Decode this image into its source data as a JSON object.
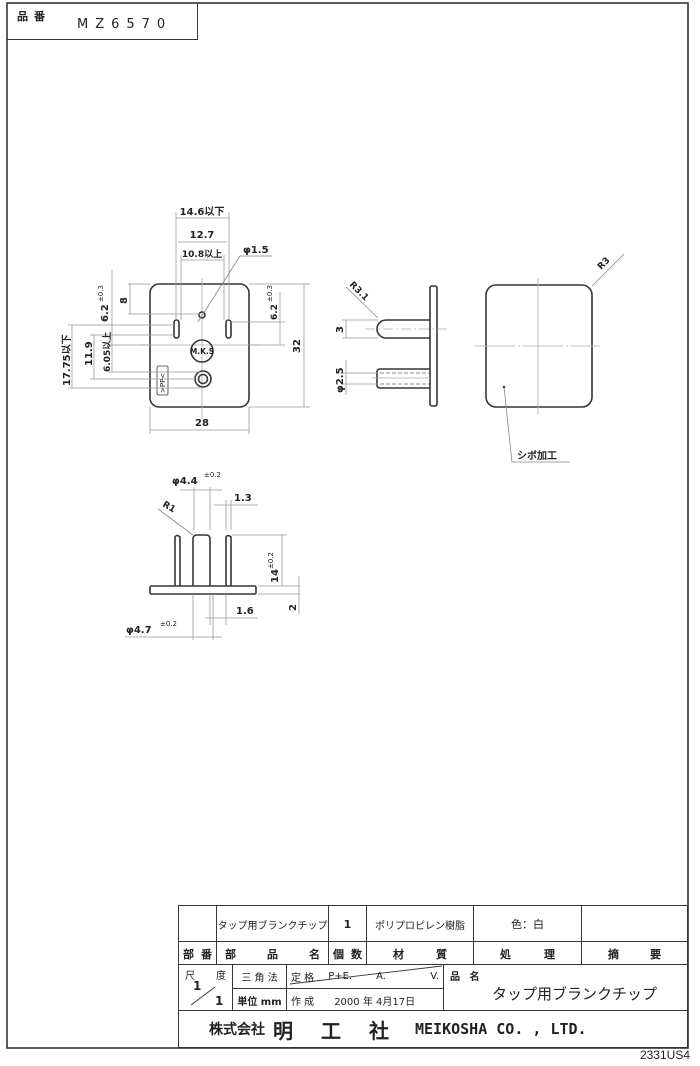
{
  "part_number_box": {
    "label": "品番",
    "value": "MZ6570"
  },
  "front_view": {
    "dims": {
      "width_max": "14.6以下",
      "pitch": "12.7",
      "width_min": "10.8以上",
      "hole_dia": "φ1.5",
      "top_offset": "8",
      "left_offset": "6.2",
      "left_offset_tol": "±0.3",
      "right_offset": "6.2",
      "right_offset_tol": "±0.3",
      "height_total": "32",
      "width_total": "28",
      "span_max": "17.75以下",
      "span": "11.9",
      "span_min": "6.05以上"
    },
    "logo": "M.K.S",
    "material_mark": ">PP<"
  },
  "side_view": {
    "dims": {
      "radius": "R3.1",
      "pin_width": "3",
      "pin_dia": "φ2.5"
    }
  },
  "back_view": {
    "dims": {
      "radius": "R3"
    },
    "note": "シボ加工"
  },
  "bottom_view": {
    "dims": {
      "dia_top": "φ4.4",
      "dia_top_tol": "±0.2",
      "thin_pin": "1.3",
      "radius": "R1",
      "height": "14",
      "height_tol": "±0.2",
      "base_thickness": "2",
      "gap": "1.6",
      "dia_bottom": "φ4.7",
      "dia_bottom_tol": "±0.2"
    }
  },
  "title_block": {
    "parts_row": {
      "part_no": "",
      "part_name": "タップ用ブランクチップ",
      "qty": "1",
      "material": "ポリプロピレン樹脂",
      "treatment": "色：白",
      "remarks": ""
    },
    "header_row": {
      "part_no": [
        "部",
        "番"
      ],
      "part_name": [
        "部",
        "品",
        "名"
      ],
      "qty": [
        "個",
        "数"
      ],
      "material": [
        "材",
        "質"
      ],
      "treatment": [
        "処",
        "理"
      ],
      "remarks": [
        "摘",
        "要"
      ]
    },
    "scale_label": [
      "尺",
      "度"
    ],
    "scale_num": "1",
    "scale_den": "1",
    "projection": "三 角 法",
    "unit": "単位 mm",
    "standard_label": "定 格",
    "standard_values": [
      "P+E.",
      "A.",
      "V."
    ],
    "created_label": "作 成",
    "created_date": "2000 年 4月17日",
    "product_name_label": "品 名",
    "product_name": "タップ用ブランクチップ",
    "company_jp_prefix": "株式会社",
    "company_jp_name": "明　工　社",
    "company_en": "MEIKOSHA CO. , LTD."
  },
  "footer_code": "2331US4"
}
